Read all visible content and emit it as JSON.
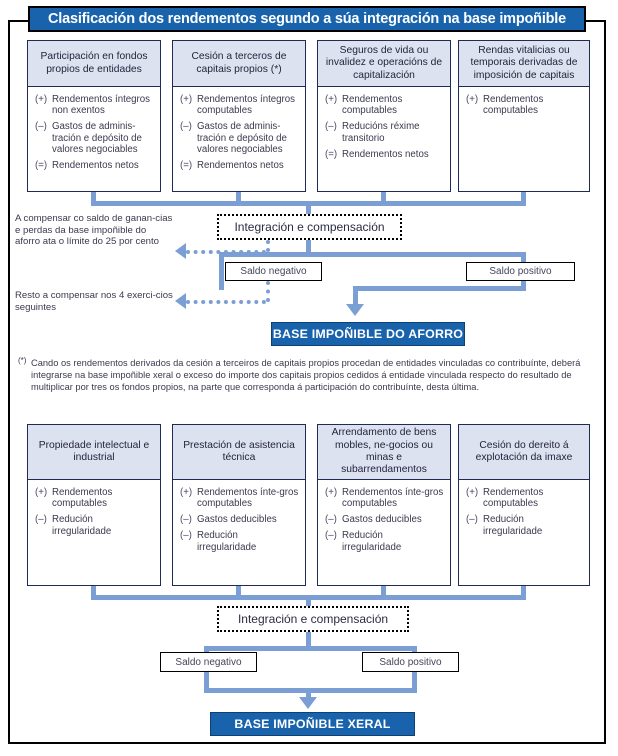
{
  "title": "Clasificación dos rendementos segundo a súa integración na base impoñible",
  "colors": {
    "banner_blue": "#1863ac",
    "connector_blue": "#7b9fd4",
    "card_header": "#dde2f1",
    "card_border": "#1f2a55",
    "frame": "#000000"
  },
  "savings_section": {
    "cards": [
      {
        "header": "Participación en fondos propios de entidades",
        "rows": [
          {
            "sign": "(+)",
            "text": "Rendementos íntegros non exentos"
          },
          {
            "sign": "(–)",
            "text": "Gastos de adminis-tración e depósito de valores negociables"
          },
          {
            "sign": "(=)",
            "text": "Rendementos netos"
          }
        ]
      },
      {
        "header": "Cesión a terceros de capitais propios (*)",
        "rows": [
          {
            "sign": "(+)",
            "text": "Rendementos íntegros computables"
          },
          {
            "sign": "(–)",
            "text": "Gastos de adminis-tración e depósito de valores negociables"
          },
          {
            "sign": "(=)",
            "text": "Rendementos netos"
          }
        ]
      },
      {
        "header": "Seguros de vida ou invalidez e operacións de capitalización",
        "rows": [
          {
            "sign": "(+)",
            "text": "Rendementos computables"
          },
          {
            "sign": "(–)",
            "text": "Reducións réxime transitorio"
          },
          {
            "sign": "(=)",
            "text": "Rendementos netos"
          }
        ]
      },
      {
        "header": "Rendas vitalicias ou temporais derivadas de imposición de capitais",
        "rows": [
          {
            "sign": "(+)",
            "text": "Rendementos computables"
          }
        ]
      }
    ],
    "integration_label": "Integración e compensación",
    "saldo_negativo": "Saldo negativo",
    "saldo_positivo": "Saldo positivo",
    "note_1": "A compensar co saldo de ganan-cias e perdas da base impoñible do aforro ata o límite do 25 por cento",
    "note_2": "Resto a compensar nos 4 exerci-cios seguintes",
    "result": "BASE IMPOÑIBLE DO AFORRO"
  },
  "footnote": {
    "marker": "(*)",
    "text": "Cando os rendementos derivados da cesión a terceiros de capitais propios procedan de entidades vinculadas co contribuínte, deberá integrarse na base impoñible xeral o exceso do importe dos capitais propios cedidos á entidade vinculada respecto do resultado de multiplicar por tres os fondos propios, na parte que corresponda á participación do contribuínte, desta última."
  },
  "general_section": {
    "cards": [
      {
        "header": "Propiedade intelectual e industrial",
        "rows": [
          {
            "sign": "(+)",
            "text": "Rendementos computables"
          },
          {
            "sign": "(–)",
            "text": "Redución irregularidade"
          }
        ]
      },
      {
        "header": "Prestación de asistencia técnica",
        "rows": [
          {
            "sign": "(+)",
            "text": "Rendementos ínte-gros computables"
          },
          {
            "sign": "(–)",
            "text": "Gastos deducibles"
          },
          {
            "sign": "(–)",
            "text": "Redución irregularidade"
          }
        ]
      },
      {
        "header": "Arrendamento de bens mobles, ne-gocios ou minas e subarrendamentos",
        "rows": [
          {
            "sign": "(+)",
            "text": "Rendementos ínte-gros computables"
          },
          {
            "sign": "(–)",
            "text": "Gastos deducibles"
          },
          {
            "sign": "(–)",
            "text": "Redución irregularidade"
          }
        ]
      },
      {
        "header": "Cesión do dereito á explotación da imaxe",
        "rows": [
          {
            "sign": "(+)",
            "text": "Rendementos computables"
          },
          {
            "sign": "(–)",
            "text": "Redución irregularidade"
          }
        ]
      }
    ],
    "integration_label": "Integración e compensación",
    "saldo_negativo": "Saldo negativo",
    "saldo_positivo": "Saldo positivo",
    "result": "BASE IMPOÑIBLE XERAL"
  }
}
